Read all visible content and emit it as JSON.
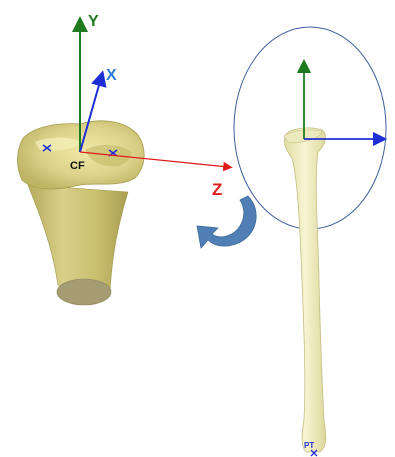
{
  "labels": {
    "y_axis": "Y",
    "x_axis": "X",
    "z_axis": "Z",
    "cf": "CF",
    "pt": "PT"
  },
  "colors": {
    "bone_light": "#f3efc0",
    "bone_dark": "#c9bf6a",
    "bone_mid": "#d8d08c",
    "axis_y": "#1e7a1e",
    "axis_x": "#1f2fd6",
    "axis_z": "#e01b1b",
    "label_x": "#2a7ad8",
    "label_z": "#e01b1b",
    "rotation_arrow": "#4f7fb4",
    "ellipse": "#3b5f9a",
    "marker": "#1f2fd6"
  }
}
